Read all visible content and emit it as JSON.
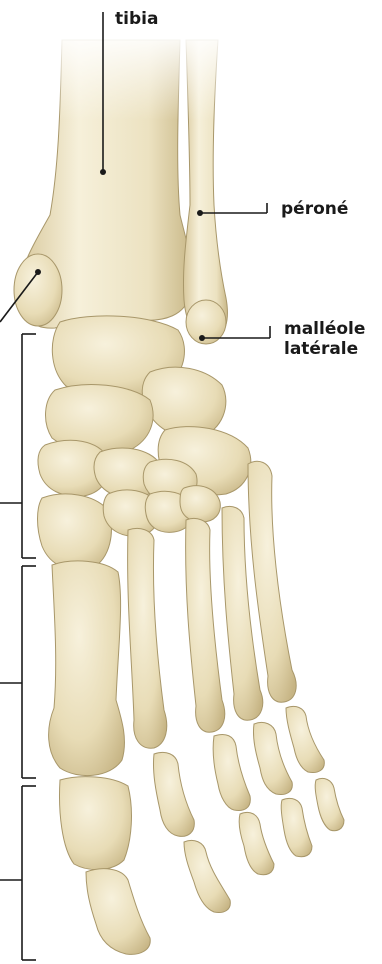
{
  "labels": {
    "tibia": "tibia",
    "perone": "péroné",
    "malleole_1": "malléole",
    "malleole_2": "latérale"
  },
  "colors": {
    "bone_light": "#f3ecd3",
    "bone_mid": "#e6d9b0",
    "bone_shadow": "#bfae80",
    "outline": "#8d7c55",
    "leader": "#1a1a1a"
  }
}
